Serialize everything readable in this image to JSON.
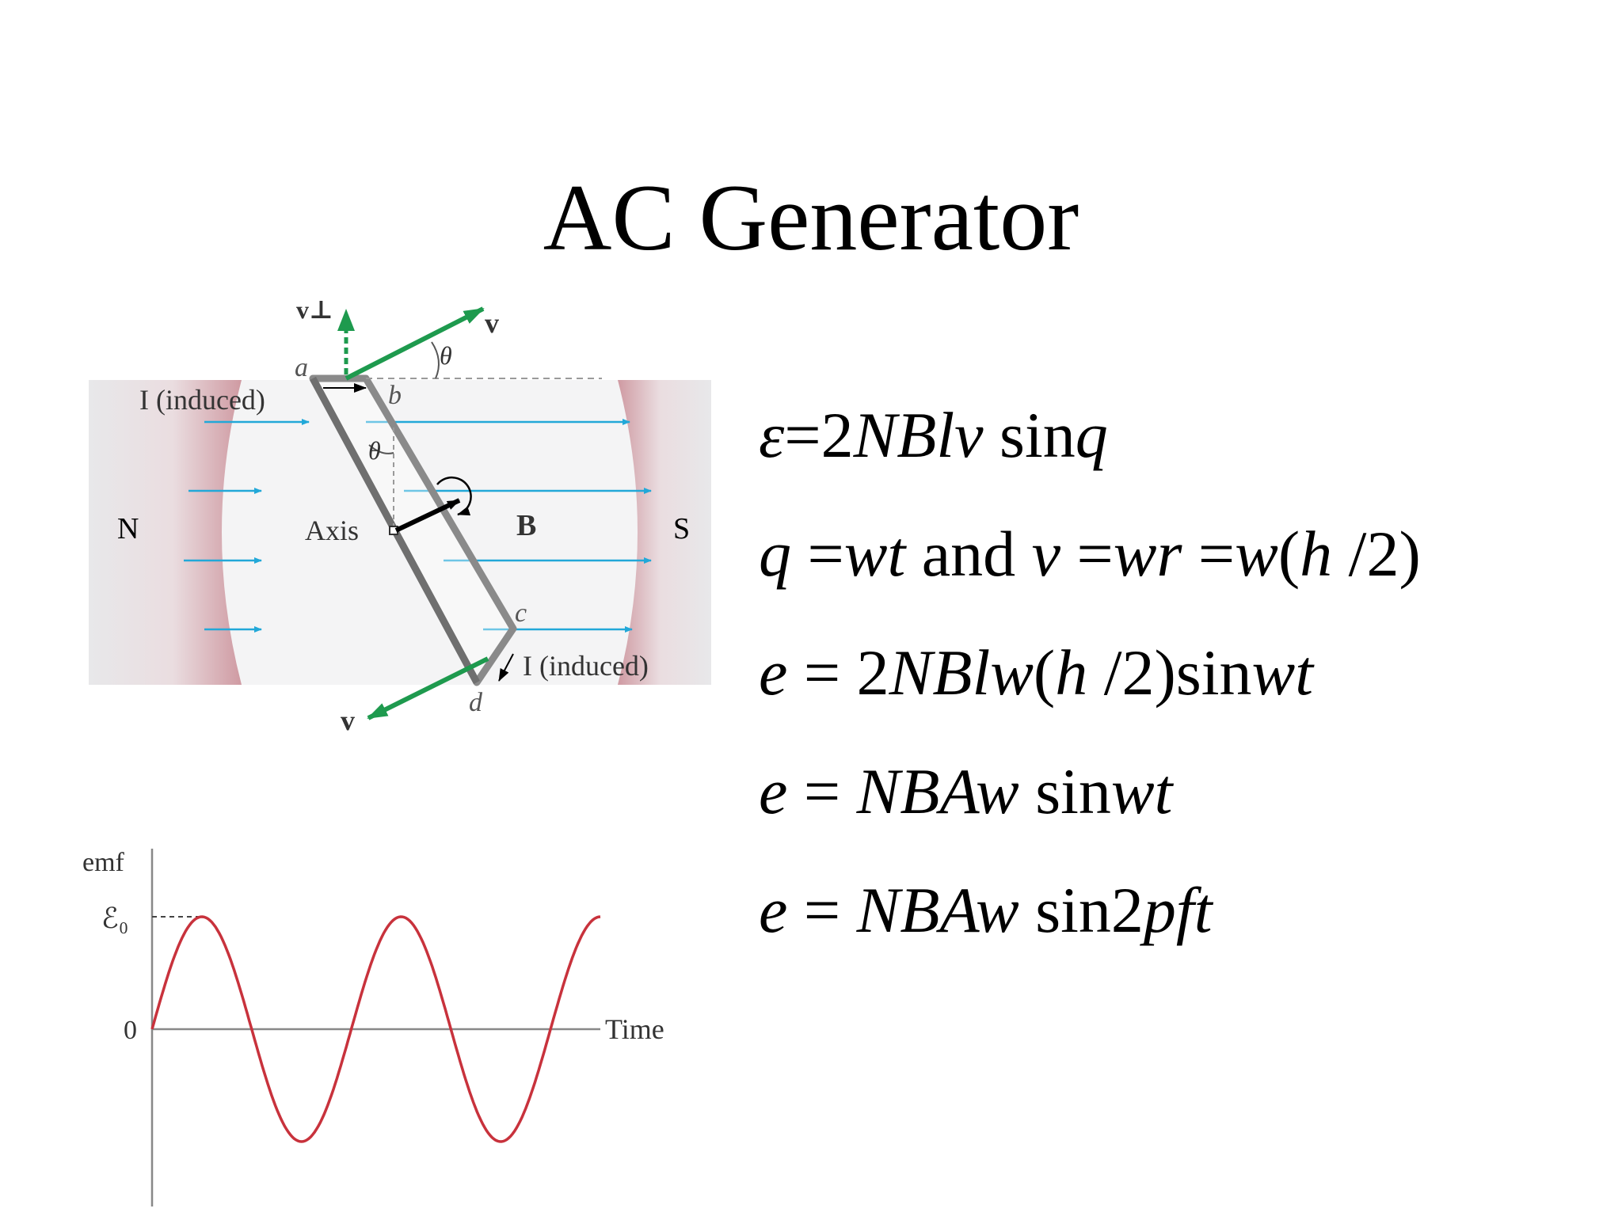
{
  "slide": {
    "title": "AC Generator"
  },
  "generator_diagram": {
    "pole_north": "N",
    "pole_south": "S",
    "field_label": "B",
    "axis_label": "Axis",
    "corner_a": "a",
    "corner_b": "b",
    "corner_c": "c",
    "corner_d": "d",
    "current_label_top": "I (induced)",
    "current_label_bottom": "I (induced)",
    "velocity_label_top": "v",
    "velocity_label_bottom": "v",
    "v_perp_label": "v⊥",
    "angle_label_top": "θ",
    "angle_label_mid": "θ",
    "colors": {
      "field_lines": "#22a8d8",
      "velocity": "#1e9a4e",
      "magnet": "#e0c4c8",
      "coil": "#808080"
    }
  },
  "emf_graph": {
    "y_label": "emf",
    "peak_label": "ℰ₀",
    "zero_label": "0",
    "x_label": "Time",
    "curve_color": "#c8323c",
    "chart_data": {
      "type": "line",
      "function": "sine",
      "cycles": 2,
      "amplitude_label": "ℰ₀",
      "xlabel": "Time",
      "ylabel": "emf"
    }
  },
  "equations": {
    "eq1": {
      "lhs": "ε",
      "eq": "=",
      "c": "2",
      "vars": "NBlv",
      "fn": "sin",
      "arg": "q"
    },
    "eq2": {
      "v1": "q",
      "eq1": "=",
      "v2": "wt",
      "and": "and",
      "v3": "v",
      "eq2": "=",
      "v4": "wr",
      "eq3": "=",
      "v5": "w",
      "open": "(",
      "v6": "h",
      "slash": "/",
      "num": "2",
      "close": ")"
    },
    "eq3": {
      "lhs": "e",
      "eq": "=",
      "c": "2",
      "vars": "NBlw",
      "open": "(",
      "h": "h",
      "slash": "/",
      "num": "2",
      "close": ")",
      "fn": "sin",
      "arg": "wt"
    },
    "eq4": {
      "lhs": "e",
      "eq": "=",
      "vars": "NBAw",
      "fn": "sin",
      "arg": "wt"
    },
    "eq5": {
      "lhs": "e",
      "eq": "=",
      "vars": "NBAw",
      "fn": "sin",
      "c": "2",
      "arg": "pft"
    }
  }
}
